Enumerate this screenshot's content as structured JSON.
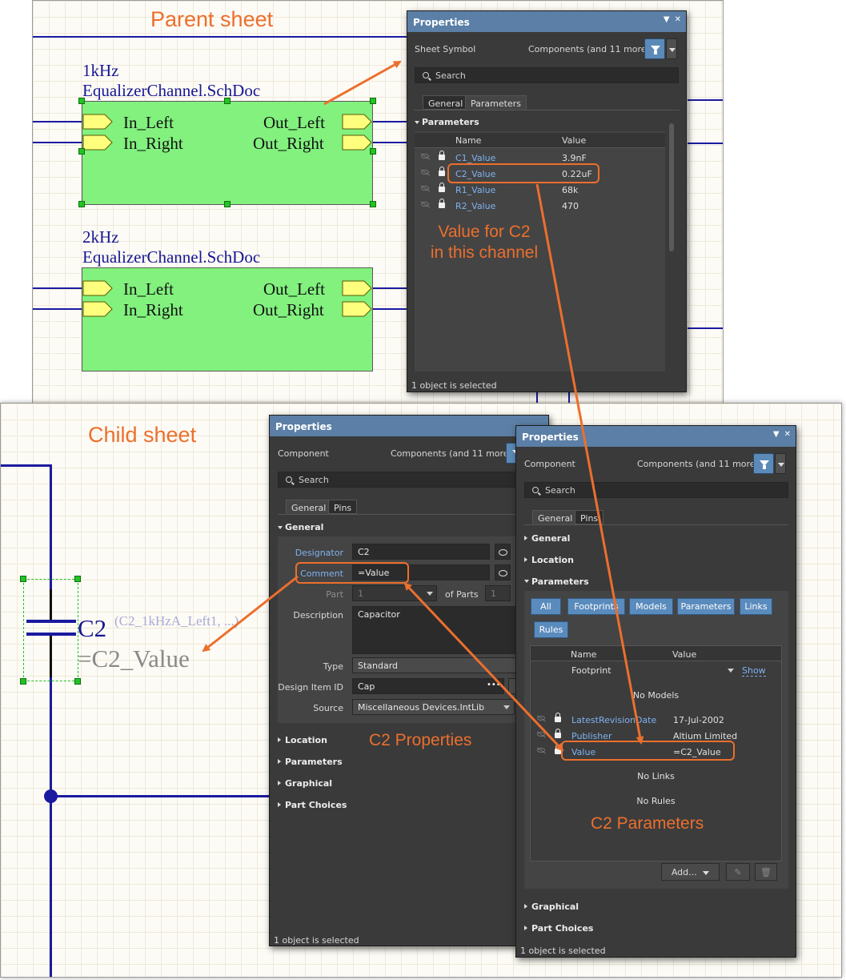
{
  "parent": {
    "title": "Parent sheet",
    "symbols": [
      {
        "freq": "1kHz",
        "file": "EqualizerChannel.SchDoc",
        "port_in1": "In_Left",
        "port_in2": "In_Right",
        "port_out1": "Out_Left",
        "port_out2": "Out_Right"
      },
      {
        "freq": "2kHz",
        "file": "EqualizerChannel.SchDoc",
        "port_in1": "In_Left",
        "port_in2": "In_Right",
        "port_out1": "Out_Left",
        "port_out2": "Out_Right"
      }
    ]
  },
  "child": {
    "title": "Child sheet",
    "designator": "C2",
    "designator_suffix": "(C2_1kHzA_Left1, ...)",
    "comment": "=C2_Value"
  },
  "panel_sheet": {
    "title": "Properties",
    "object": "Sheet Symbol",
    "filter": "Components (and 11 more)",
    "search_placeholder": "Search",
    "tabs": [
      "General",
      "Parameters"
    ],
    "section": "Parameters",
    "col_name": "Name",
    "col_value": "Value",
    "rows": [
      {
        "name": "C1_Value",
        "value": "3.9nF"
      },
      {
        "name": "C2_Value",
        "value": "0.22uF"
      },
      {
        "name": "R1_Value",
        "value": "68k"
      },
      {
        "name": "R2_Value",
        "value": "470"
      }
    ],
    "status": "1 object is selected"
  },
  "panel_comp": {
    "title": "Properties",
    "object": "Component",
    "filter": "Components (and 11 more)",
    "search_placeholder": "Search",
    "tabs": [
      "General",
      "Pins"
    ],
    "section_general": "General",
    "designator_label": "Designator",
    "designator": "C2",
    "comment_label": "Comment",
    "comment": "=Value",
    "part_label": "Part",
    "part": "1",
    "of_parts": "of Parts",
    "parts_count": "1",
    "description_label": "Description",
    "description": "Capacitor",
    "type_label": "Type",
    "type": "Standard",
    "design_item_label": "Design Item ID",
    "design_item": "Cap",
    "design_item_dots": "•••",
    "source_label": "Source",
    "source": "Miscellaneous Devices.IntLib",
    "sections": [
      "Location",
      "Parameters",
      "Graphical",
      "Part Choices"
    ],
    "status": "1 object is selected"
  },
  "panel_params": {
    "title": "Properties",
    "object": "Component",
    "filter": "Components (and 11 more)",
    "search_placeholder": "Search",
    "tabs": [
      "General",
      "Pins"
    ],
    "sections_top": [
      "General",
      "Location"
    ],
    "section_params": "Parameters",
    "filters": [
      "All",
      "Footprints",
      "Models",
      "Parameters",
      "Links",
      "Rules"
    ],
    "col_name": "Name",
    "col_value": "Value",
    "footprint": "Footprint",
    "show": "Show",
    "no_models": "No Models",
    "rows": [
      {
        "name": "LatestRevisionDate",
        "value": "17-Jul-2002"
      },
      {
        "name": "Publisher",
        "value": "Altium Limited"
      },
      {
        "name": "Value",
        "value": "=C2_Value"
      }
    ],
    "no_links": "No Links",
    "no_rules": "No Rules",
    "add_button": "Add...",
    "sections_bottom": [
      "Graphical",
      "Part Choices"
    ],
    "status": "1 object is selected"
  },
  "annotations": {
    "value_for_c2_line1": "Value for C2",
    "value_for_c2_line2": "in this channel",
    "c2_properties": "C2 Properties",
    "c2_parameters": "C2 Parameters"
  },
  "colors": {
    "accent_orange": "#ec6f2d",
    "panel_header": "#5b7fa6",
    "panel_body": "#3a3a3a",
    "sheet_symbol_fill": "#82f17e",
    "wire": "#1a1aa0"
  }
}
